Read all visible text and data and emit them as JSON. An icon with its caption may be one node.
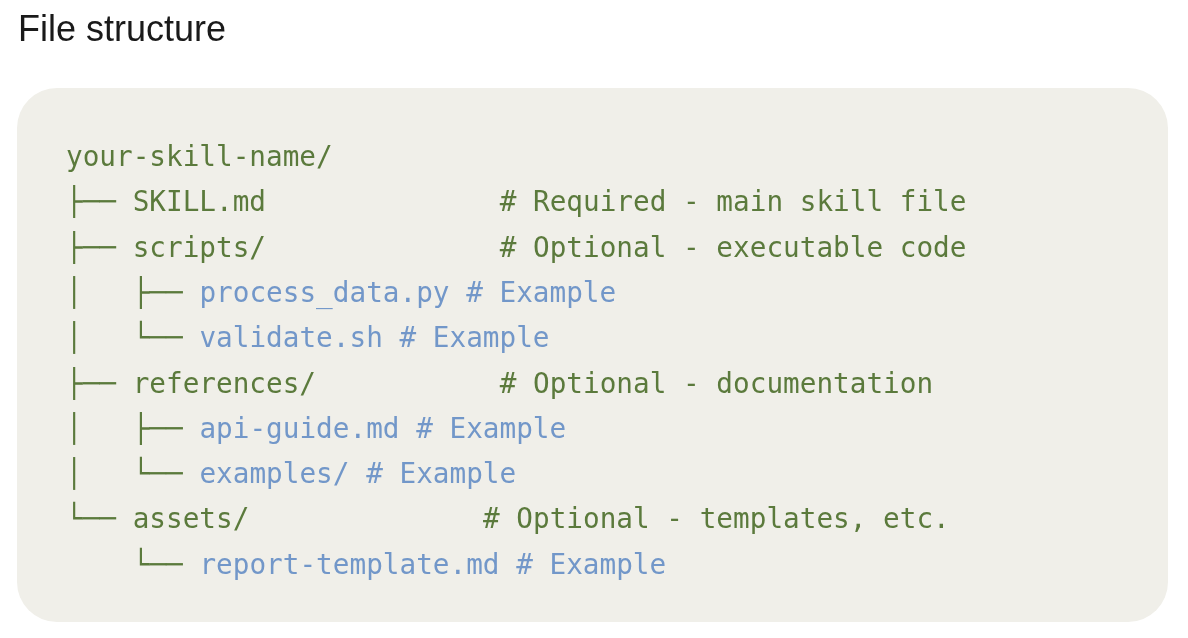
{
  "diagram": {
    "title": "File structure",
    "labels": [
      "your-skill-name/",
      "├── SKILL.md",
      "# Required - main skill file",
      "├── scripts/",
      "# Optional - executable code",
      "│   ├──",
      "process_data.py # Example",
      "│   └──",
      "validate.sh # Example",
      "├── references/",
      "# Optional - documentation",
      "│   ├──",
      "api-guide.md # Example",
      "│   └──",
      "examples/ # Example",
      "└── assets/",
      "# Optional - templates, etc.",
      "└──",
      "report-template.md # Example"
    ]
  }
}
